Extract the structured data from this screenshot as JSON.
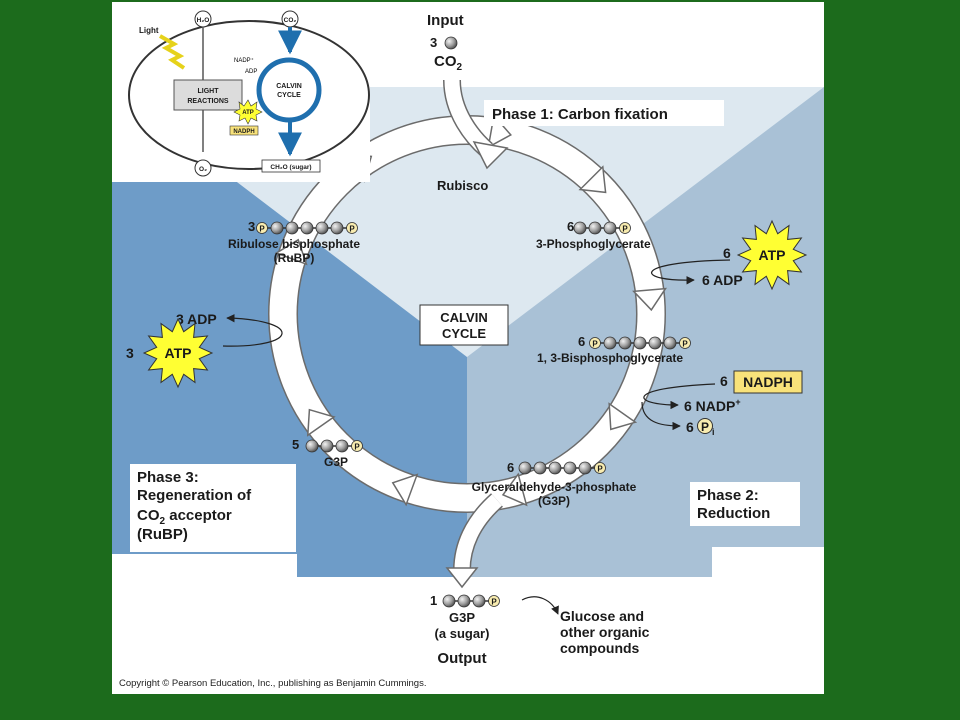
{
  "input": {
    "title": "Input",
    "count": "3",
    "molecule": "CO",
    "subscript": "2"
  },
  "phase1": {
    "label": "Phase 1: Carbon fixation"
  },
  "phase2": {
    "line1": "Phase 2:",
    "line2": "Reduction"
  },
  "phase3": {
    "line1": "Phase 3:",
    "line2": "Regeneration of",
    "line3a": "CO",
    "line3sub": "2",
    "line3b": " acceptor",
    "line4": "(RuBP)"
  },
  "enzyme": "Rubisco",
  "center": {
    "line1": "CALVIN",
    "line2": "CYCLE"
  },
  "phosphate": "P",
  "ribulose": {
    "count": "3",
    "line1": "Ribulose bisphosphate",
    "line2": "(RuBP)"
  },
  "pga": {
    "count": "6",
    "label": "3-Phosphoglycerate"
  },
  "atp_top": {
    "count": "6",
    "atp": "ATP",
    "adp": "6 ADP"
  },
  "bpg": {
    "count": "6",
    "label": "1, 3-Bisphosphoglycerate"
  },
  "nadph": {
    "count": "6",
    "label": "NADPH",
    "nadp": "6 NADP",
    "nadp_sup": "+",
    "pi_count": "6",
    "pi": "P",
    "pi_sub": "i"
  },
  "g3p6": {
    "count": "6",
    "line1": "Glyceraldehyde-3-phosphate",
    "line2": "(G3P)"
  },
  "g3p5": {
    "count": "5",
    "label": "G3P"
  },
  "atp_left": {
    "count": "3",
    "atp": "ATP",
    "adp": "3 ADP"
  },
  "output": {
    "count": "1",
    "line1": "G3P",
    "line2": "(a sugar)",
    "title": "Output",
    "glucose1": "Glucose and",
    "glucose2": "other organic",
    "glucose3": "compounds"
  },
  "inset": {
    "light": "Light",
    "h2o": "H₂O",
    "co2": "CO₂",
    "nadp": "NADP⁺",
    "adp": "ADP",
    "light_reactions1": "LIGHT",
    "light_reactions2": "REACTIONS",
    "atp": "ATP",
    "nadph": "NADPH",
    "calvin1": "CALVIN",
    "calvin2": "CYCLE",
    "o2": "O₂",
    "sugar": "CH₂O (sugar)"
  },
  "copyright": "Copyright © Pearson Education, Inc., publishing as Benjamin Cummings.",
  "colors": {
    "background": "#1c6b1c",
    "region_light": "#dde8f0",
    "region_mid": "#a9c1d6",
    "region_dark": "#6e9cc8",
    "atp": "#ffff33",
    "nadph": "#f8e27a"
  }
}
